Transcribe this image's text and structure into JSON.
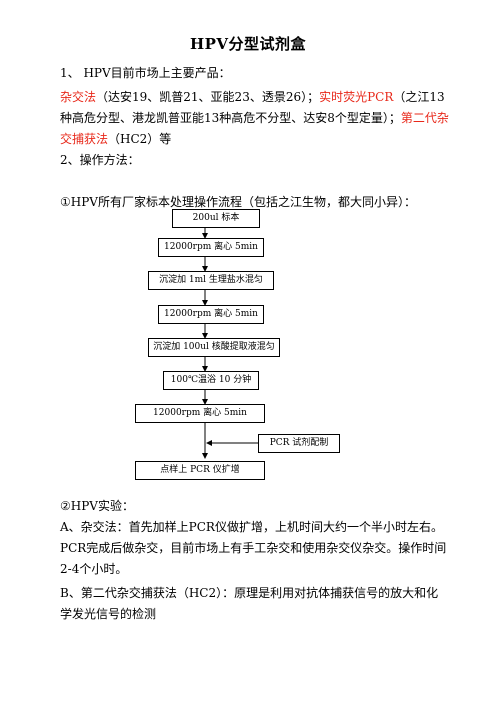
{
  "title": "HPV分型试剂盒",
  "section1": {
    "heading": "1、    HPV目前市场上主要产品：",
    "line_parts": [
      {
        "text": "杂交法",
        "red": true
      },
      {
        "text": "（达安19、凯普21、亚能23、透景26）；",
        "red": false
      },
      {
        "text": "实时荧光PCR",
        "red": true
      },
      {
        "text": "（之江13种高危分型、港龙凯普亚能13种高危不分型、达安8个型定量）；",
        "red": false
      },
      {
        "text": "第二代杂交捕获法",
        "red": true
      },
      {
        "text": "（HC2）等",
        "red": false
      }
    ]
  },
  "section2": {
    "heading": "2、操作方法：",
    "sub1": "①HPV所有厂家标本处理操作流程（包括之江生物，都大同小异）：",
    "flow": [
      "200ul 标本",
      "12000rpm 离心 5min",
      "沉淀加 1ml 生理盐水混匀",
      "12000rpm 离心 5min",
      "沉淀加 100ul 核酸提取液混匀",
      "100℃温浴 10 分钟",
      "12000rpm 离心 5min",
      "PCR 试剂配制",
      "点样上 PCR 仪扩增"
    ],
    "sub2": "②HPV实验：",
    "A": "A、杂交法：首先加样上PCR仪做扩增，上机时间大约一个半小时左右。PCR完成后做杂交，目前市场上有手工杂交和使用杂交仪杂交。操作时间2-4个小时。",
    "B": "B、第二代杂交捕获法（HC2）：原理是利用对抗体捕获信号的放大和化学发光信号的检测"
  }
}
